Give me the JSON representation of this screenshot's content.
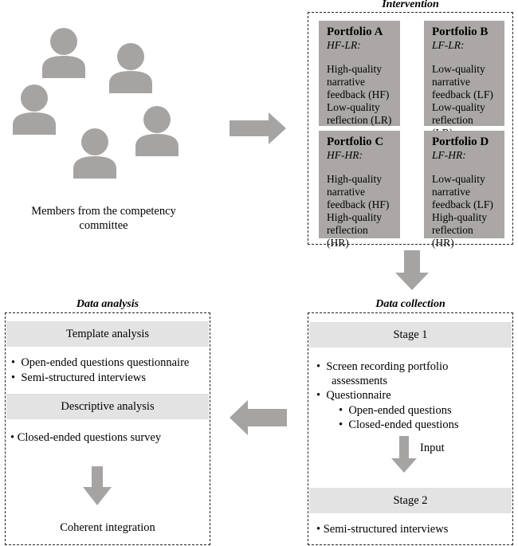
{
  "members_label": "Members from the competency committee",
  "intervention": {
    "title": "Intervention",
    "portfolios": [
      {
        "name": "Portfolio A",
        "code": "HF-LR",
        "lines": [
          "High-quality",
          "narrative",
          "feedback (HF)",
          "Low-quality",
          "reflection (LR)"
        ]
      },
      {
        "name": "Portfolio B",
        "code": "LF-LR",
        "lines": [
          "Low-quality",
          "narrative",
          "feedback (LF)",
          "Low-quality",
          "reflection (LR)"
        ]
      },
      {
        "name": "Portfolio C",
        "code": "HF-HR",
        "lines": [
          "High-quality",
          "narrative",
          "feedback (HF)",
          "High-quality",
          "reflection (HR)"
        ]
      },
      {
        "name": "Portfolio D",
        "code": "LF-HR",
        "lines": [
          "Low-quality",
          "narrative",
          "feedback (LF)",
          "High-quality",
          "reflection (HR)"
        ]
      }
    ]
  },
  "data_collection": {
    "title": "Data collection",
    "stage1": "Stage 1",
    "bullet1a": "Screen recording portfolio",
    "bullet1b": "assessments",
    "bullet2": "Questionnaire",
    "sub1": "Open-ended questions",
    "sub2": "Closed-ended questions",
    "input_label": "Input",
    "stage2": "Stage 2",
    "stage2_item": "Semi-structured interviews"
  },
  "data_analysis": {
    "title": "Data analysis",
    "template_analysis": "Template analysis",
    "ta_item1": "Open-ended questions questionnaire",
    "ta_item2": "Semi-structured interviews",
    "descriptive_analysis": "Descriptive analysis",
    "da_item1": "Closed-ended questions survey",
    "integration": "Coherent integration"
  }
}
